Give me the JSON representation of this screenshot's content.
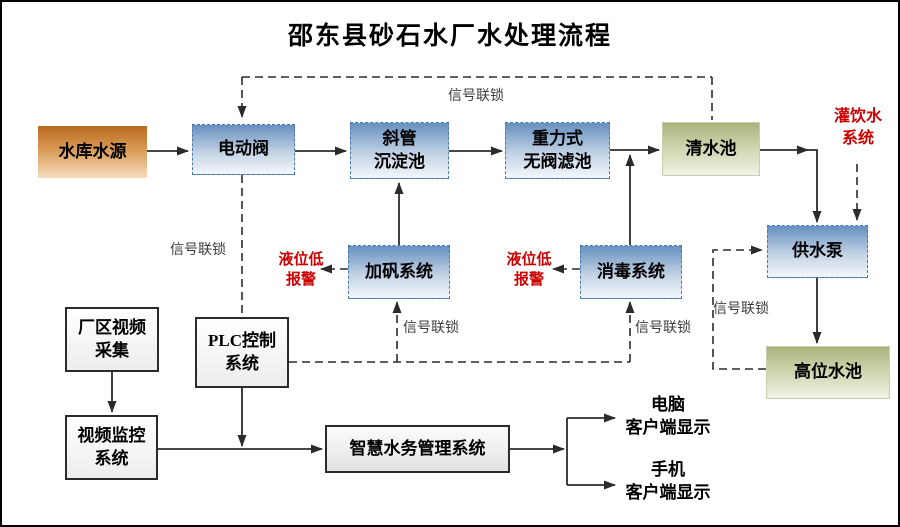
{
  "title": "邵东县砂石水厂水处理流程",
  "nodes": {
    "reservoir": {
      "label": "水库水源"
    },
    "valve": {
      "label": "电动阀"
    },
    "sedimentation": {
      "label": "斜管\n沉淀池"
    },
    "filter": {
      "label": "重力式\n无阀滤池"
    },
    "clearwater": {
      "label": "清水池"
    },
    "pump": {
      "label": "供水泵"
    },
    "hightank": {
      "label": "高位水池"
    },
    "alum": {
      "label": "加矾系统"
    },
    "disinfect": {
      "label": "消毒系统"
    },
    "plc": {
      "label": "PLC控制\n系统"
    },
    "video_capture": {
      "label": "厂区视频\n采集"
    },
    "video_monitor": {
      "label": "视频监控\n系统"
    },
    "smart_water": {
      "label": "智慧水务管理系统"
    }
  },
  "texts": {
    "drink_system": "灌饮水\n系统",
    "alarm_alum": "液位低\n报警",
    "alarm_disinfect": "液位低\n报警",
    "pc_client": "电脑\n客户端显示",
    "phone_client": "手机\n客户端显示",
    "interlock_top": "信号联锁",
    "interlock_valve": "信号联锁",
    "interlock_alum": "信号联锁",
    "interlock_disinfect": "信号联锁",
    "interlock_pump": "信号联锁"
  },
  "colors": {
    "box_blue_top": "#6690bf",
    "box_orange_top": "#b96a1e",
    "box_green_top": "#a9b37e",
    "alert_red": "#cc0000",
    "line": "#2b2b2b"
  }
}
